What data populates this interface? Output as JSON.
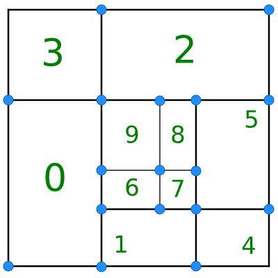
{
  "diagram": {
    "colors": {
      "background": "#ffffff",
      "edge": "#000000",
      "edge_thin": "#1a1a1a",
      "vertex_fill": "#1f8fff",
      "vertex_stroke": "#0b5fbf",
      "label": "#008000"
    },
    "regions": [
      {
        "id": "region-0",
        "label": "0",
        "size": "large"
      },
      {
        "id": "region-1",
        "label": "1",
        "size": "medium"
      },
      {
        "id": "region-2",
        "label": "2",
        "size": "large"
      },
      {
        "id": "region-3",
        "label": "3",
        "size": "large"
      },
      {
        "id": "region-4",
        "label": "4",
        "size": "medium"
      },
      {
        "id": "region-5",
        "label": "5",
        "size": "medium"
      },
      {
        "id": "region-6",
        "label": "6",
        "size": "medium"
      },
      {
        "id": "region-7",
        "label": "7",
        "size": "medium"
      },
      {
        "id": "region-8",
        "label": "8",
        "size": "medium"
      },
      {
        "id": "region-9",
        "label": "9",
        "size": "medium"
      }
    ],
    "vertex_icon": "circle-vertex-icon"
  }
}
